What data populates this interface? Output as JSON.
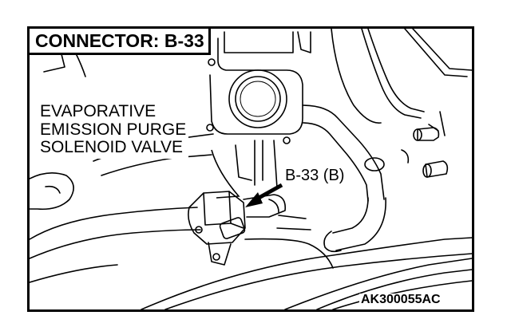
{
  "title": "CONNECTOR: B-33",
  "callout": {
    "line1": "EVAPORATIVE",
    "line2": "EMISSION PURGE",
    "line3": "SOLENOID VALVE"
  },
  "connector_label": "B-33 (B)",
  "figure_code": "AK300055AC"
}
